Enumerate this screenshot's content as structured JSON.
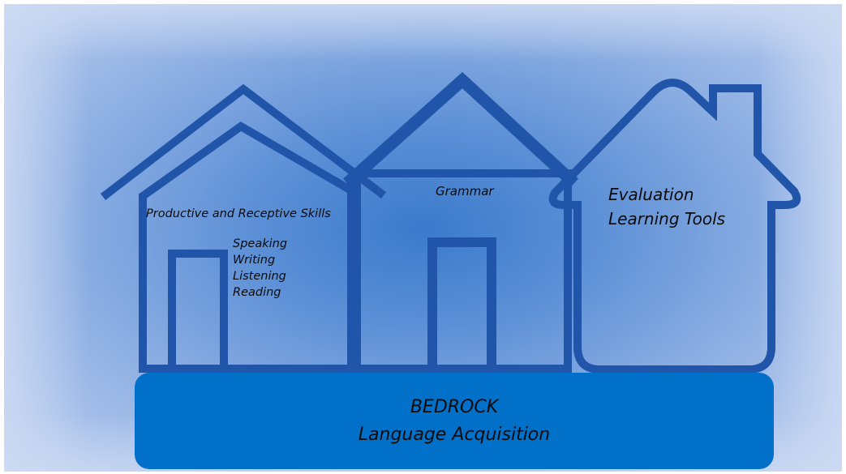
{
  "colors": {
    "house_stroke": "#2155a9",
    "bedrock_fill": "#0070c8",
    "text": "#0b0b0b"
  },
  "houses": {
    "skills": {
      "title": "Productive and Receptive Skills",
      "items": [
        "Speaking",
        "Writing",
        "Listening",
        "Reading"
      ]
    },
    "grammar": {
      "title": "Grammar"
    },
    "evaluation": {
      "lines": [
        "Evaluation",
        "Learning Tools"
      ]
    }
  },
  "bedrock": {
    "line1": "BEDROCK",
    "line2": "Language Acquisition"
  }
}
